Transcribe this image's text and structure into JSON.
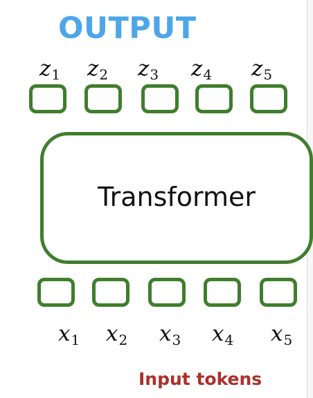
{
  "title": "OUTPUT",
  "caption": "Input tokens",
  "transformer": {
    "label": "Transformer"
  },
  "outputs": [
    {
      "var": "z",
      "sub": "1"
    },
    {
      "var": "z",
      "sub": "2"
    },
    {
      "var": "z",
      "sub": "3"
    },
    {
      "var": "z",
      "sub": "4"
    },
    {
      "var": "z",
      "sub": "5"
    }
  ],
  "inputs": [
    {
      "var": "x",
      "sub": "1"
    },
    {
      "var": "x",
      "sub": "2"
    },
    {
      "var": "x",
      "sub": "3"
    },
    {
      "var": "x",
      "sub": "4"
    },
    {
      "var": "x",
      "sub": "5"
    }
  ],
  "colors": {
    "accent": "#4ea6e8",
    "caption": "#ad2f2a",
    "box_border": "#3f7e2c"
  }
}
